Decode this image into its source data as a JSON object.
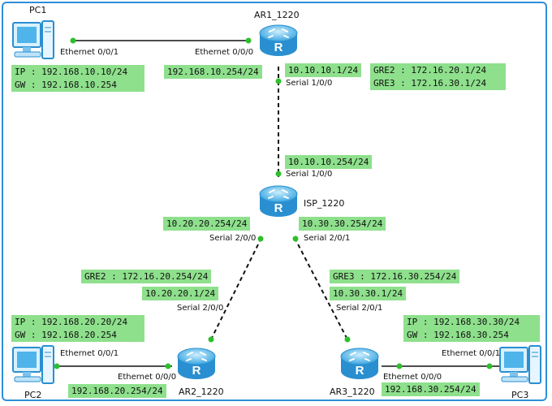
{
  "devices": {
    "pc1": "PC1",
    "pc2": "PC2",
    "pc3": "PC3",
    "ar1": "AR1_1220",
    "ar2": "AR2_1220",
    "ar3": "AR3_1220",
    "isp": "ISP_1220"
  },
  "ports": {
    "pc1_eth": "Ethernet 0/0/1",
    "ar1_eth": "Ethernet 0/0/0",
    "ar1_serial": "Serial 1/0/0",
    "isp_serial1": "Serial 1/0/0",
    "isp_serial200": "Serial 2/0/0",
    "isp_serial201": "Serial 2/0/1",
    "ar2_serial": "Serial 2/0/0",
    "ar3_serial": "Serial 2/0/1",
    "pc2_eth": "Ethernet 0/0/1",
    "ar2_eth": "Ethernet 0/0/0",
    "ar3_eth": "Ethernet 0/0/0",
    "pc3_eth": "Ethernet 0/0/1"
  },
  "tags": {
    "pc1_ip": "IP : 192.168.10.10/24",
    "pc1_gw": "GW : 192.168.10.254",
    "ar1_lan": "192.168.10.254/24",
    "ar1_wan": "10.10.10.1/24",
    "ar1_gre2": "GRE2 : 172.16.20.1/24",
    "ar1_gre3": "GRE3 : 172.16.30.1/24",
    "isp_s1": "10.10.10.254/24",
    "isp_s200": "10.20.20.254/24",
    "isp_s201": "10.30.30.254/24",
    "ar2_gre": "GRE2 : 172.16.20.254/24",
    "ar2_wan": "10.20.20.1/24",
    "ar3_gre": "GRE3 : 172.16.30.254/24",
    "ar3_wan": "10.30.30.1/24",
    "pc2_ip": "IP : 192.168.20.20/24",
    "pc2_gw": "GW : 192.168.20.254",
    "ar2_lan": "192.168.20.254/24",
    "pc3_ip": "IP : 192.168.30.30/24",
    "pc3_gw": "GW : 192.168.30.254",
    "ar3_lan": "192.168.30.254/24"
  }
}
